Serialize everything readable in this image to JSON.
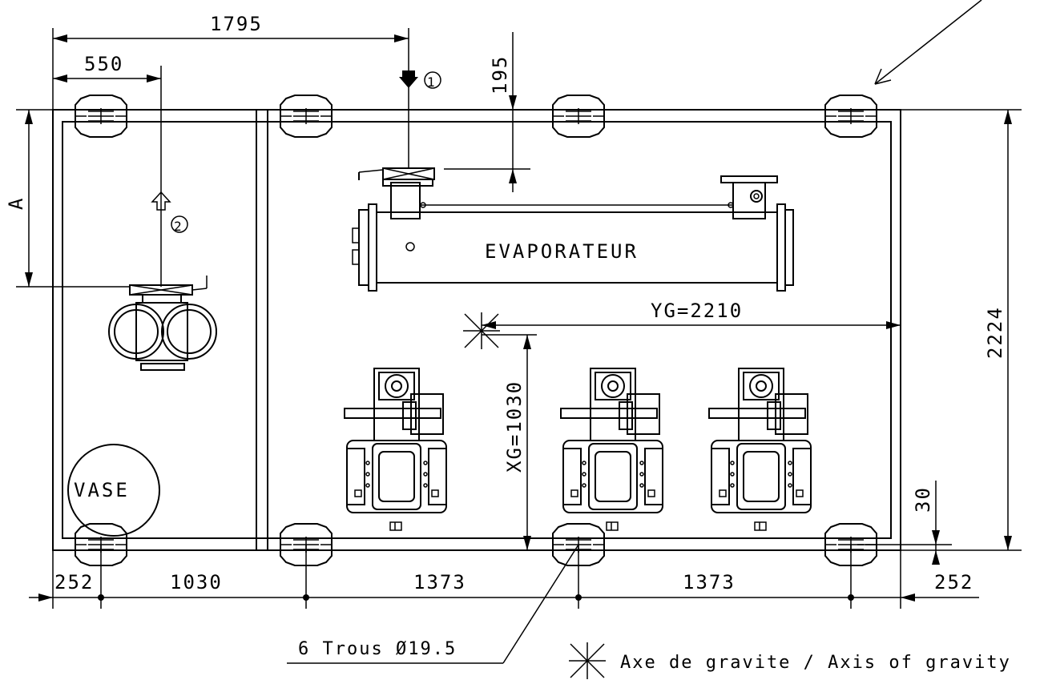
{
  "dimensions": {
    "d1795": "1795",
    "d550": "550",
    "d195": "195",
    "dA": "A",
    "d2224": "2224",
    "d30": "30",
    "yg": "YG=2210",
    "xg": "XG=1030",
    "bottom": [
      "252",
      "1030",
      "1373",
      "1373",
      "252"
    ]
  },
  "labels": {
    "evaporator": "EVAPORATEUR",
    "vase": "VASE",
    "inlet_marker": "1",
    "outlet_marker": "2"
  },
  "notes": {
    "holes": "6 Trous Ø19.5",
    "gravity": "Axe de gravite / Axis of gravity"
  }
}
